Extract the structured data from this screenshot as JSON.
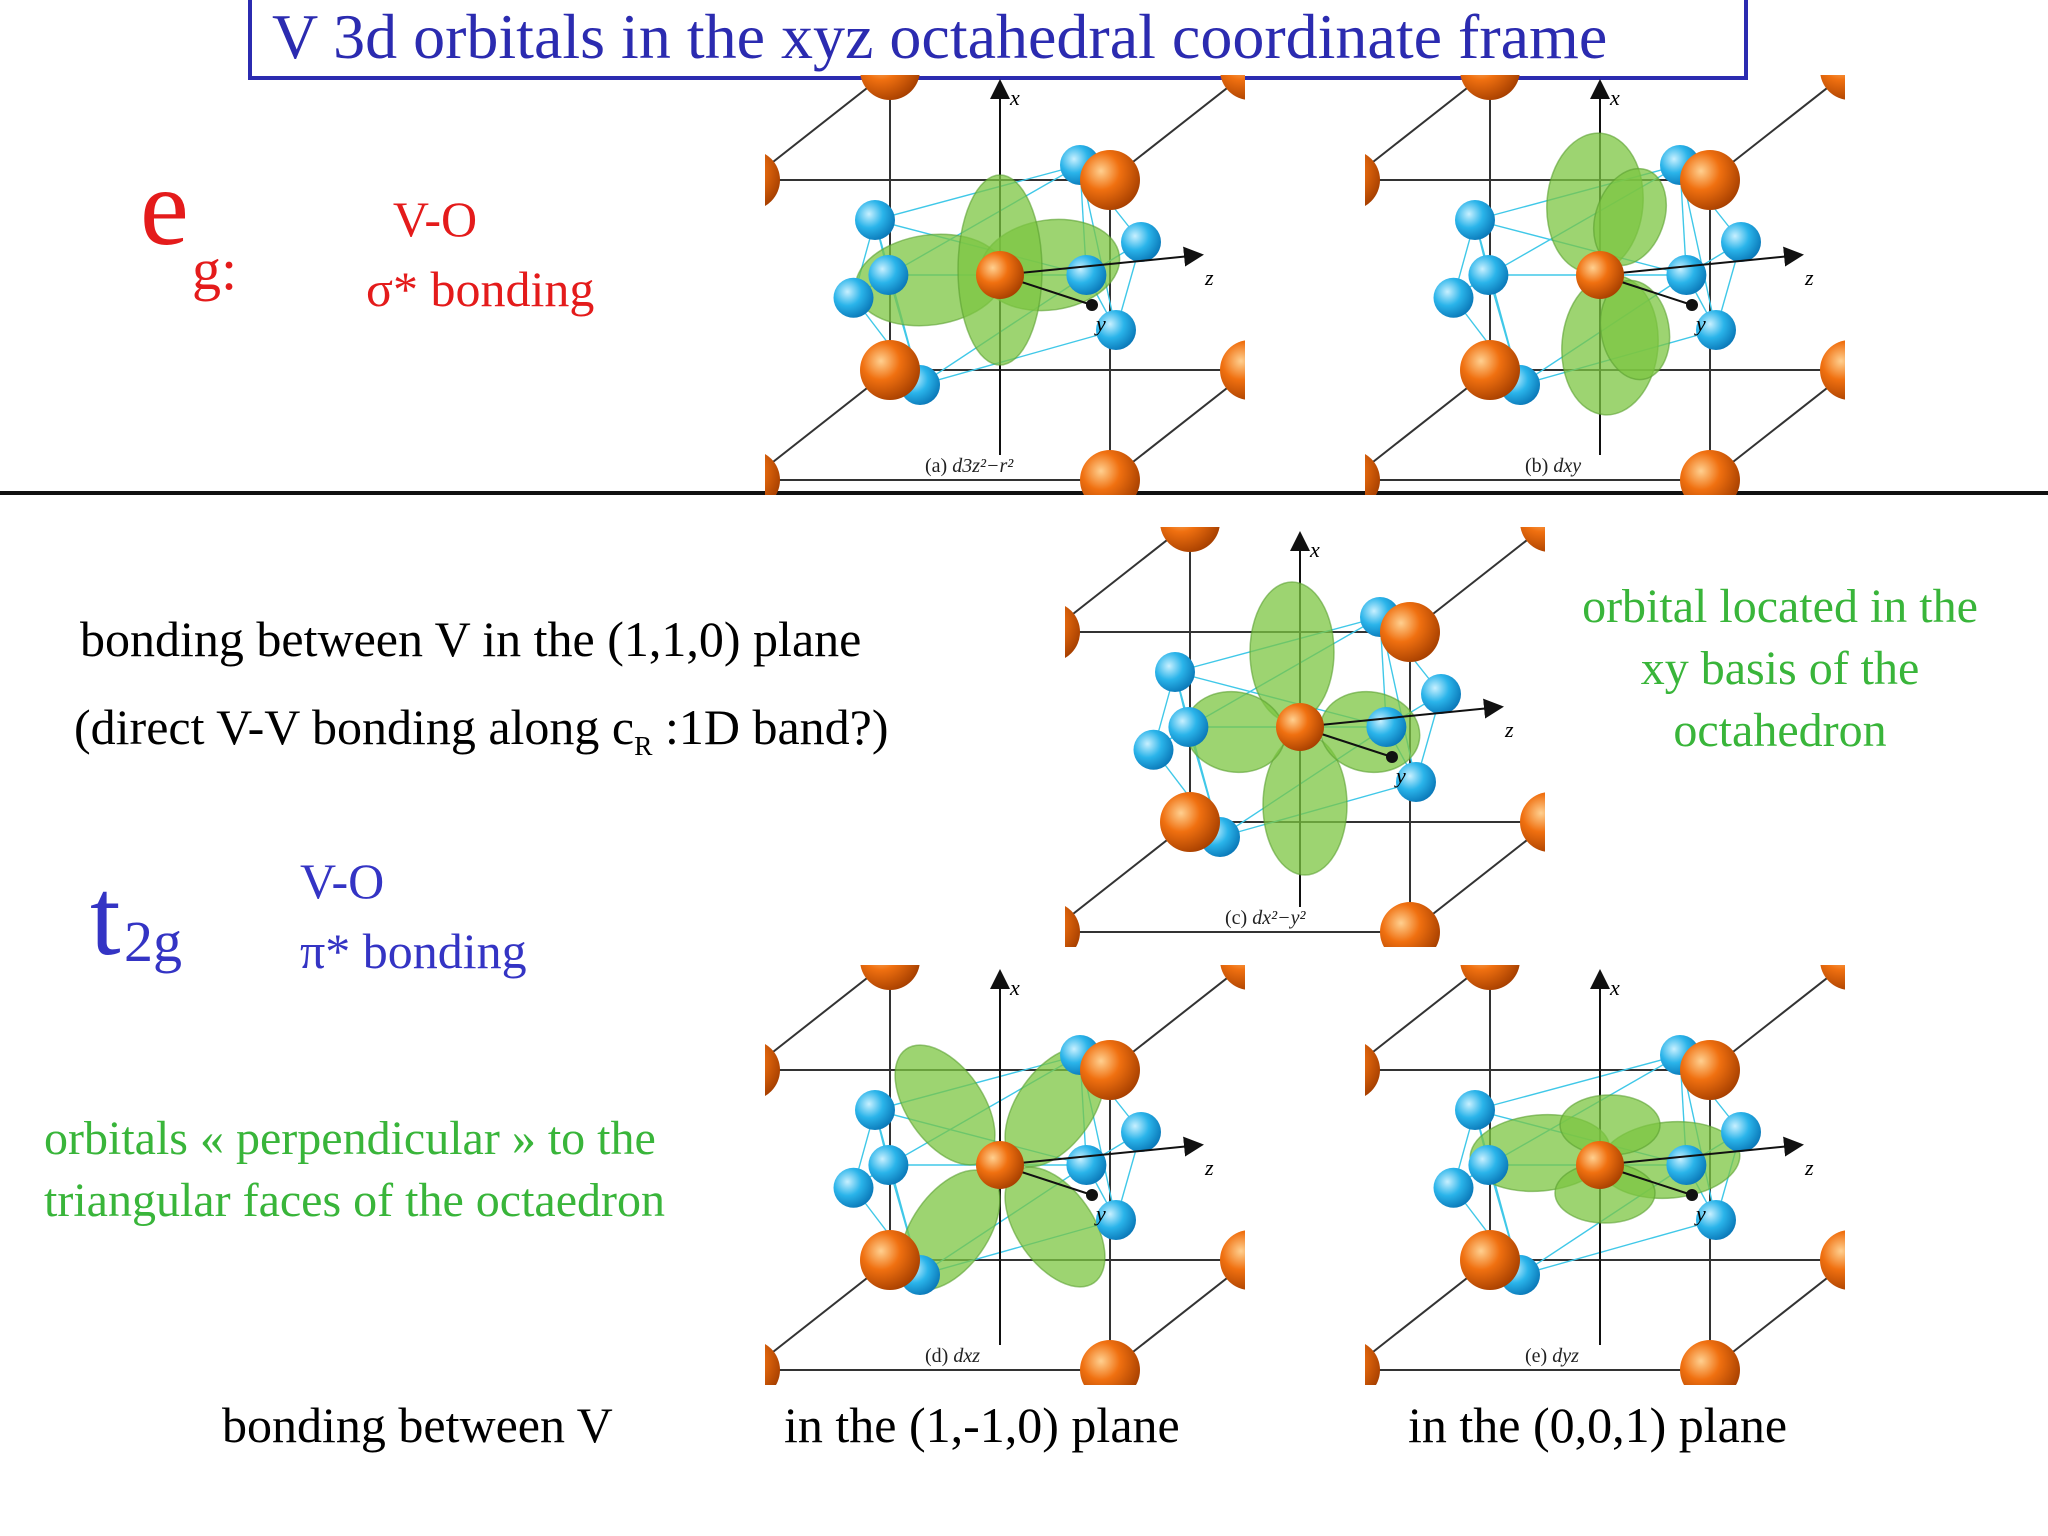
{
  "title": "V 3d orbitals in the xyz octahedral coordinate frame",
  "eg": {
    "letter": "e",
    "subscript": "g:",
    "bond_line1": "V-O",
    "bond_line2": "σ* bonding"
  },
  "t2g": {
    "letter": "t",
    "subscript": "2g",
    "bond_line1": "V-O",
    "bond_line2": "π* bonding"
  },
  "middle": {
    "bonding_line1": "bonding between V in the (1,1,0) plane",
    "bonding_line2_pre": "(direct V-V bonding along c",
    "bonding_line2_sub": "R",
    "bonding_line2_post": " :1D band?)",
    "green_note_lines": [
      "orbital located in the",
      "xy basis of the",
      "octahedron"
    ]
  },
  "lower": {
    "green_note_lines": [
      "orbitals « perpendicular » to the",
      "triangular faces of the octaedron"
    ],
    "bottom_left": "bonding between V",
    "bottom_mid": "in the (1,-1,0) plane",
    "bottom_right": "in the (0,0,1) plane"
  },
  "panels": [
    {
      "id": "a",
      "caption_label": "(a)",
      "caption_orbital": "d3z²−r²",
      "orbital": "d3z2-r2"
    },
    {
      "id": "b",
      "caption_label": "(b)",
      "caption_orbital": "dxy",
      "orbital": "dxy"
    },
    {
      "id": "c",
      "caption_label": "(c)",
      "caption_orbital": "dx²−y²",
      "orbital": "dx2-y2"
    },
    {
      "id": "d",
      "caption_label": "(d)",
      "caption_orbital": "dxz",
      "orbital": "dxz"
    },
    {
      "id": "e",
      "caption_label": "(e)",
      "caption_orbital": "dyz",
      "orbital": "dyz"
    }
  ],
  "axis_labels": {
    "x": "x",
    "y": "y",
    "z": "z"
  },
  "colors": {
    "title_blue": "#2b2bb0",
    "eg_red": "#e41b1b",
    "t2g_blue": "#3434c4",
    "note_green": "#39b53a",
    "vanadium_orange": "#f07010",
    "oxygen_cyan": "#2ab4ea",
    "orbital_green": "#7cc642"
  }
}
